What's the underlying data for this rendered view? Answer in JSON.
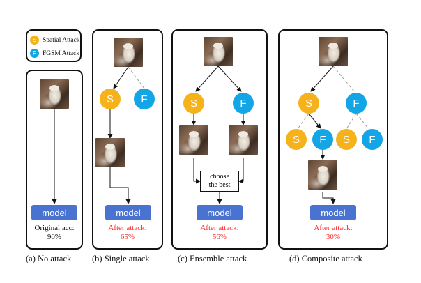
{
  "legend": {
    "spatial": {
      "glyph": "S",
      "label": "Spatial Attack",
      "color": "#f5b21b"
    },
    "fgsm": {
      "glyph": "F",
      "label": "FGSM Attack",
      "color": "#12a6e6"
    }
  },
  "node_labels": {
    "spatial": "S",
    "fgsm": "F"
  },
  "model_label": "model",
  "choose_box": {
    "line1": "choose",
    "line2": "the best"
  },
  "panels": [
    {
      "acc_line1": "Original acc:",
      "acc_line2": "90%",
      "caption": "(a) No attack"
    },
    {
      "acc_line1": "After attack:",
      "acc_line2": "65%",
      "caption": "(b) Single attack"
    },
    {
      "acc_line1": "After attack:",
      "acc_line2": "56%",
      "caption": "(c) Ensemble attack"
    },
    {
      "acc_line1": "After attack:",
      "acc_line2": "30%",
      "caption": "(d) Composite attack"
    }
  ],
  "colors": {
    "accent_red": "#ff2a2a",
    "model_blue": "#4a73d1"
  }
}
